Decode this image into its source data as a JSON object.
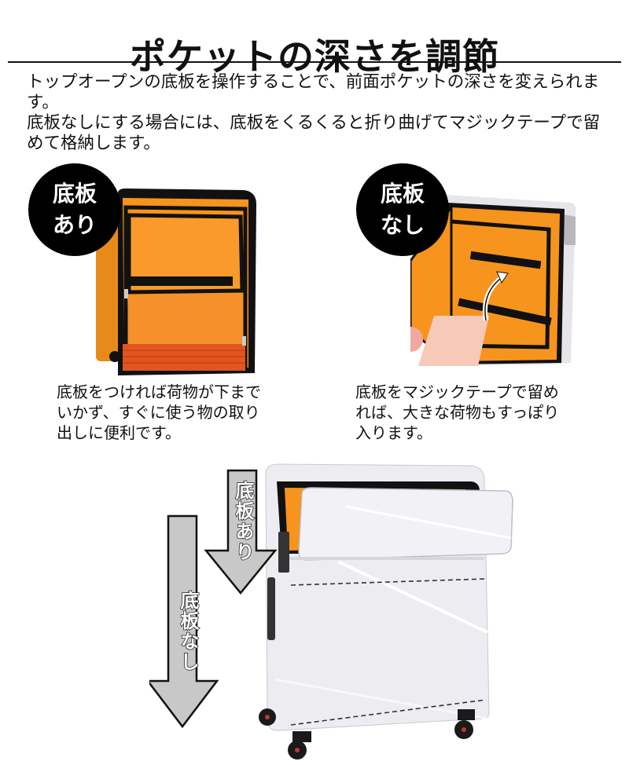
{
  "header": {
    "title": "ポケットの深さを調節"
  },
  "intro": {
    "paragraphs": [
      "トップオープンの底板を操作することで、前面ポケットの深さを変えられます。",
      "底板なしにする場合には、底板をくるくると折り曲げてマジックテープで留めて格納します。"
    ]
  },
  "comparison": {
    "left": {
      "badge_line1": "底板",
      "badge_line2": "あり",
      "caption_lines": [
        "底板をつければ荷物が下まで",
        "いかず、すぐに使う物の取り",
        "出しに便利です。"
      ]
    },
    "right": {
      "badge_line1": "底板",
      "badge_line2": "なし",
      "caption_lines": [
        "底板をマジックテープで留め",
        "れば、大きな荷物もすっぽり",
        "入ります。"
      ]
    }
  },
  "diagram": {
    "arrow_short_label": "底板あり",
    "arrow_long_label": "底板なし"
  },
  "colors": {
    "lining_orange": "#f7941d",
    "arrow_gray": "#c8c8c8",
    "shell_white": "#e9e9ee"
  }
}
